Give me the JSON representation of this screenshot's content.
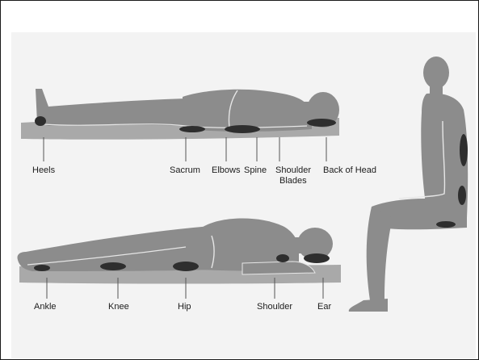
{
  "labels": {
    "heels": "Heels",
    "sacrum": "Sacrum",
    "elbows": "Elbows",
    "spine": "Spine",
    "shoulder_blades_1": "Shoulder",
    "shoulder_blades_2": "Blades",
    "back_of_head": "Back of Head",
    "ankle": "Ankle",
    "knee": "Knee",
    "hip": "Hip",
    "shoulder": "Shoulder",
    "ear": "Ear"
  },
  "colors": {
    "body": "#8c8c8c",
    "mattress": "#a9a9a9",
    "pressure_spot": "#2e2e2e",
    "outline": "#e6e6e6",
    "leader_line": "#555555",
    "panel": "#f3f3f3"
  }
}
